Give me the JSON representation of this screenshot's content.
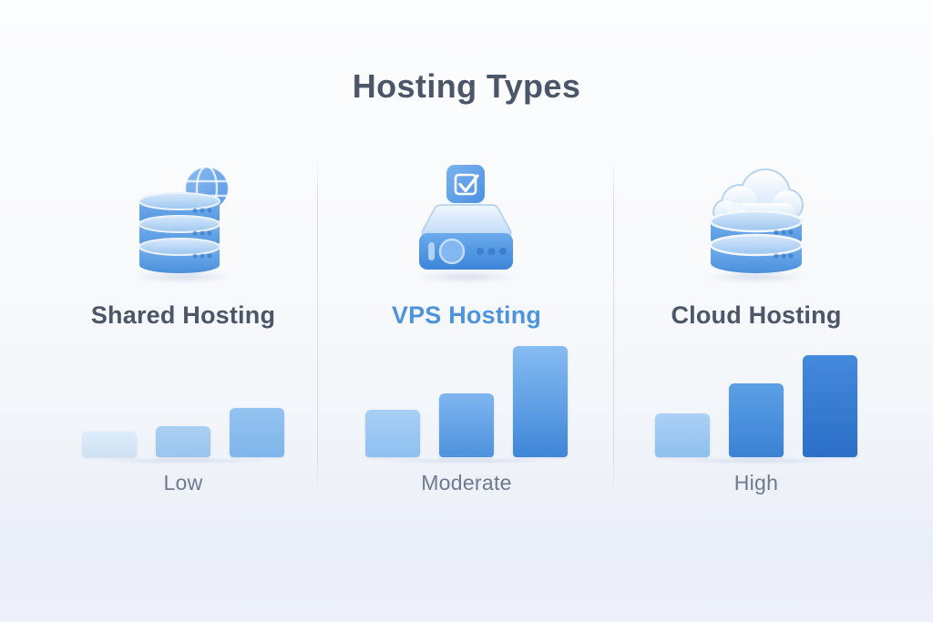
{
  "title": "Hosting Types",
  "colors": {
    "background_top": "#fcfdfe",
    "background_bottom": "#edf0f8",
    "heading": "#4b5668",
    "highlight": "#4d94dc",
    "muted_label": "#6e7a8f",
    "divider": "#d3dcef",
    "icon_blue": "#4f93de"
  },
  "columns": [
    {
      "id": "shared",
      "name": "Shared Hosting",
      "icon": "database-globe-icon",
      "highlighted": false,
      "level": "Low",
      "bars": [
        {
          "h": 28,
          "c1": "#dcebf8",
          "c2": "#cfe2f4"
        },
        {
          "h": 34,
          "c1": "#abcff1",
          "c2": "#9ac5ee"
        },
        {
          "h": 54,
          "c1": "#94c3f0",
          "c2": "#7fb5ea"
        }
      ]
    },
    {
      "id": "vps",
      "name": "VPS Hosting",
      "icon": "server-check-icon",
      "highlighted": true,
      "level": "Moderate",
      "bars": [
        {
          "h": 52,
          "c1": "#a8cff6",
          "c2": "#8ec0f0"
        },
        {
          "h": 70,
          "c1": "#7eb5ef",
          "c2": "#4e92dd"
        },
        {
          "h": 122,
          "c1": "#85bcf2",
          "c2": "#3f86d8"
        }
      ]
    },
    {
      "id": "cloud",
      "name": "Cloud Hosting",
      "icon": "cloud-database-icon",
      "highlighted": false,
      "level": "High",
      "bars": [
        {
          "h": 48,
          "c1": "#abd0f5",
          "c2": "#8fc0ef"
        },
        {
          "h": 81,
          "c1": "#5c9fe4",
          "c2": "#3b82d6"
        },
        {
          "h": 112,
          "c1": "#4389dc",
          "c2": "#2d6fc7"
        }
      ]
    }
  ],
  "chart_data": [
    {
      "type": "bar",
      "title": "Shared Hosting",
      "categories": [
        "bar-1",
        "bar-2",
        "bar-3"
      ],
      "values": [
        28,
        34,
        54
      ],
      "unit": "relative-height-px",
      "annotation": "Low",
      "xlabel": "",
      "ylabel": "",
      "ylim": [
        0,
        127
      ],
      "grid": false,
      "legend": false
    },
    {
      "type": "bar",
      "title": "VPS Hosting",
      "categories": [
        "bar-1",
        "bar-2",
        "bar-3"
      ],
      "values": [
        52,
        70,
        122
      ],
      "unit": "relative-height-px",
      "annotation": "Moderate",
      "xlabel": "",
      "ylabel": "",
      "ylim": [
        0,
        127
      ],
      "grid": false,
      "legend": false
    },
    {
      "type": "bar",
      "title": "Cloud Hosting",
      "categories": [
        "bar-1",
        "bar-2",
        "bar-3"
      ],
      "values": [
        48,
        81,
        112
      ],
      "unit": "relative-height-px",
      "annotation": "High",
      "xlabel": "",
      "ylabel": "",
      "ylim": [
        0,
        127
      ],
      "grid": false,
      "legend": false
    }
  ]
}
